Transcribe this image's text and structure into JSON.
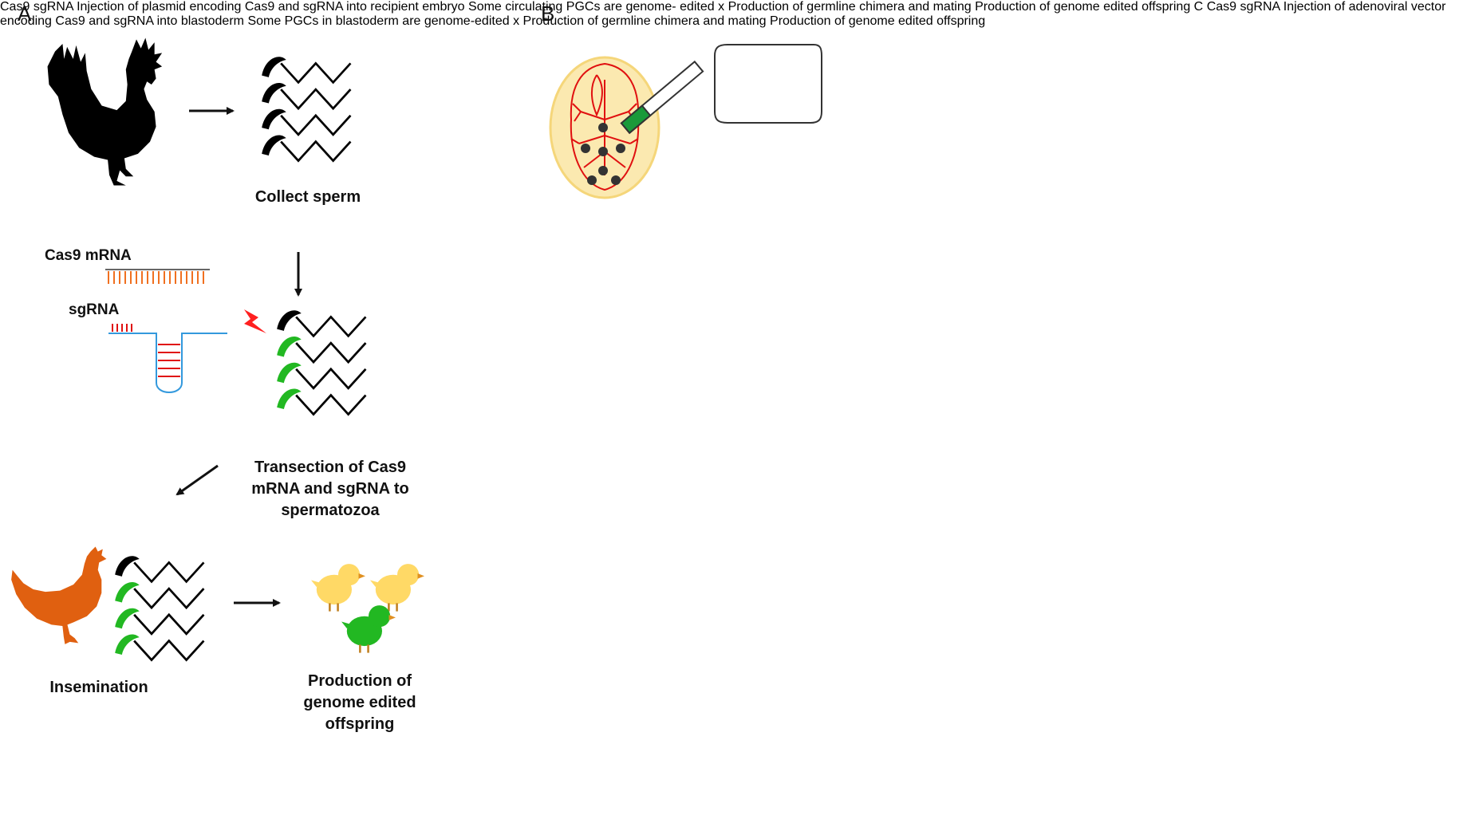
{
  "panels": {
    "a": "A",
    "b": "B",
    "c": "C"
  },
  "panel_a": {
    "collect_sperm": "Collect sperm",
    "cas9_mrna": "Cas9 mRNA",
    "sgrna": "sgRNA",
    "transection": [
      "Transection of Cas9",
      "mRNA and sgRNA to",
      "spermatozoa"
    ],
    "insemination": "Insemination",
    "offspring": [
      "Production of",
      "genome edited",
      "offspring"
    ]
  },
  "panel_b": {
    "cas9_box": "Cas9",
    "sgrna_box": "sgRNA",
    "injection": [
      "Injection of plasmid",
      "encoding Cas9 and sgRNA",
      "into recipient embryo"
    ],
    "pgcs": [
      "Some circulating",
      "PGCs are genome-",
      "edited"
    ],
    "chimera": [
      "Production of germline",
      "chimera and mating"
    ],
    "cross": "x",
    "offspring": [
      "Production",
      "of",
      "genome edited",
      "offspring"
    ]
  },
  "panel_c": {
    "cas9_box": "Cas9",
    "sgrna_box": "sgRNA",
    "injection": [
      "Injection of adenoviral",
      "vector encoding Cas9 and",
      "sgRNA into blastoderm"
    ],
    "pgcs": [
      "Some PGCs in blastoderm",
      "are genome-edited"
    ],
    "chimera": [
      "Production of germline",
      "chimera and mating"
    ],
    "cross": "x",
    "offspring": [
      "Production of",
      "genome edited",
      "offspring"
    ]
  },
  "colors": {
    "hen": "#e06010",
    "rooster": "#000000",
    "chick_yellow": "#ffd966",
    "chick_green": "#22b822",
    "embryo_fill": "#fbe9b0",
    "vessel": "#e01010",
    "cas9": "#ffff00",
    "sgrna": "#66cc44",
    "mrna": "#f07020",
    "rna_blue": "#3399dd",
    "bolt": "#ff2020"
  }
}
